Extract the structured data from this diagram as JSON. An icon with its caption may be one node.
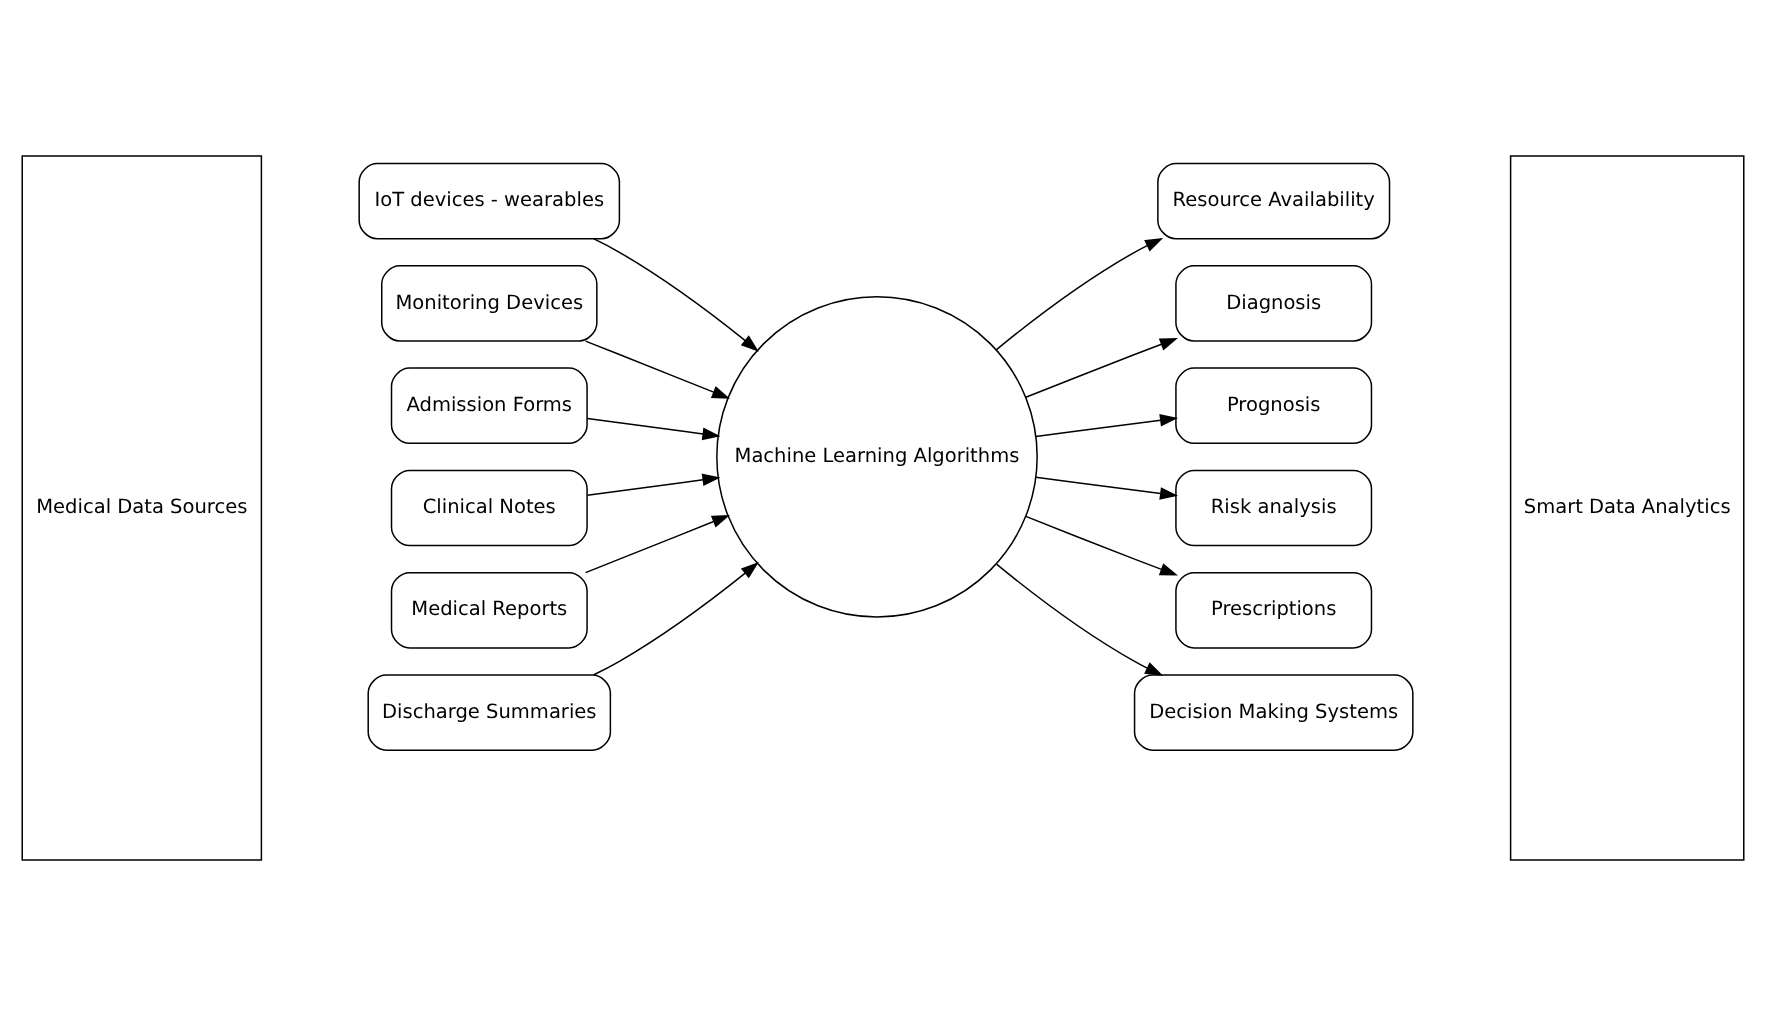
{
  "diagram": {
    "nodes": [
      {
        "text": [
          "Medical Data Sources"
        ]
      },
      {
        "text": [
          "IoT devices - wearables"
        ]
      },
      {
        "text": [
          "Monitoring Devices"
        ]
      },
      {
        "text": [
          "Admission Forms"
        ]
      },
      {
        "text": [
          "Clinical Notes"
        ]
      },
      {
        "text": [
          "Medical Reports"
        ]
      },
      {
        "text": [
          "Discharge Summaries"
        ]
      },
      {
        "text": [
          "Machine Learning Algorithms"
        ]
      },
      {
        "text": [
          "Resource Availability"
        ]
      },
      {
        "text": [
          "Diagnosis"
        ]
      },
      {
        "text": [
          "Prognosis"
        ]
      },
      {
        "text": [
          "Risk analysis"
        ]
      },
      {
        "text": [
          "Prescriptions"
        ]
      },
      {
        "text": [
          "Decision Making Systems"
        ]
      },
      {
        "text": [
          "Smart Data Analytics"
        ]
      }
    ],
    "edges": [
      {
        "from": 1,
        "to": 7,
        "arrow": "to"
      },
      {
        "from": 2,
        "to": 7,
        "arrow": "to"
      },
      {
        "from": 3,
        "to": 7,
        "arrow": "to"
      },
      {
        "from": 4,
        "to": 7,
        "arrow": "to"
      },
      {
        "from": 5,
        "to": 7,
        "arrow": "to"
      },
      {
        "from": 6,
        "to": 7,
        "arrow": "to"
      },
      {
        "from": 7,
        "to": 8,
        "arrow": "to"
      },
      {
        "from": 7,
        "to": 9,
        "arrow": "to"
      },
      {
        "from": 7,
        "to": 10,
        "arrow": "to"
      },
      {
        "from": 7,
        "to": 11,
        "arrow": "to"
      },
      {
        "from": 7,
        "to": 12,
        "arrow": "to"
      },
      {
        "from": 7,
        "to": 13,
        "arrow": "to"
      }
    ]
  }
}
